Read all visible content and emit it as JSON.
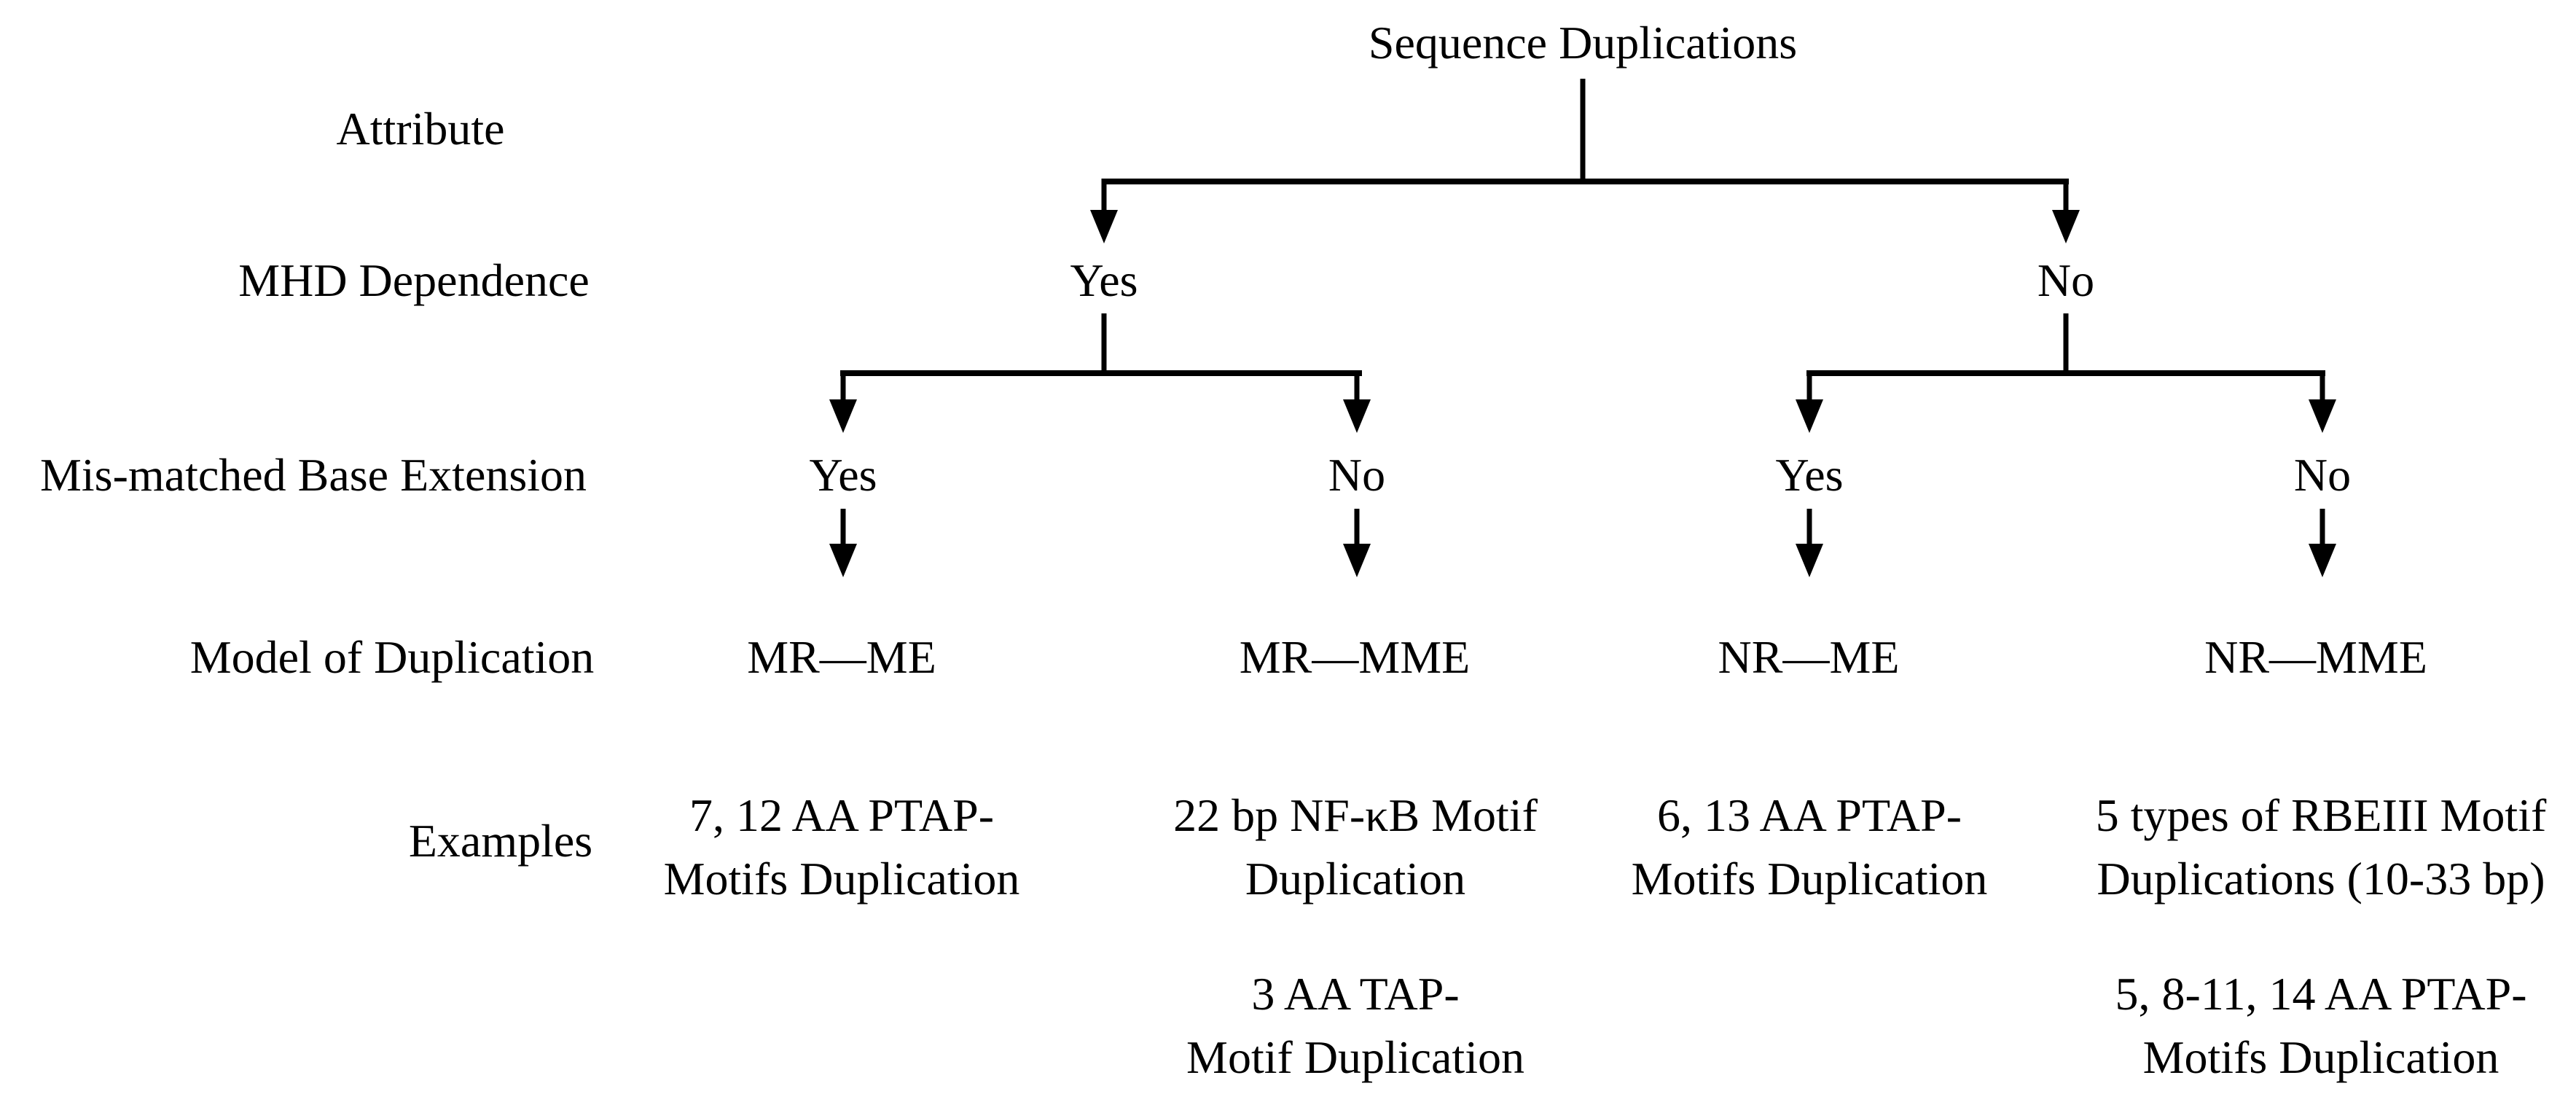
{
  "tree": {
    "title": "Sequence Duplications",
    "row_labels": {
      "attribute": "Attribute",
      "mhd": "MHD Dependence",
      "mbe": "Mis-matched Base Extension",
      "model": "Model of Duplication",
      "examples": "Examples"
    },
    "mhd_values": {
      "left": "Yes",
      "right": "No"
    },
    "mbe_values": {
      "c1": "Yes",
      "c2": "No",
      "c3": "Yes",
      "c4": "No"
    },
    "models": {
      "c1": "MR—ME",
      "c2": "MR—MME",
      "c3": "NR—ME",
      "c4": "NR—MME"
    },
    "examples_row1": {
      "c1": {
        "line1": "7, 12 AA PTAP-",
        "line2": "Motifs Duplication"
      },
      "c2": {
        "line1": "22 bp NF-κB Motif",
        "line2": "Duplication"
      },
      "c3": {
        "line1": "6, 13 AA PTAP-",
        "line2": "Motifs Duplication"
      },
      "c4": {
        "line1": "5 types of RBEIII Motif",
        "line2": "Duplications (10-33 bp)"
      }
    },
    "examples_row2": {
      "c2": {
        "line1": "3 AA TAP-",
        "line2": "Motif Duplication"
      },
      "c4": {
        "line1": "5, 8-11, 14 AA PTAP-",
        "line2": "Motifs Duplication"
      }
    },
    "colors": {
      "ink": "#000000",
      "background": "#ffffff"
    }
  }
}
